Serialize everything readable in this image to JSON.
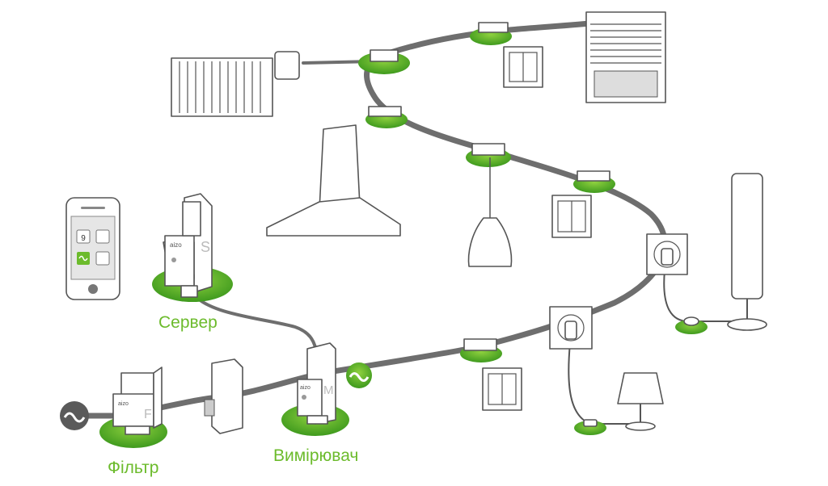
{
  "labels": {
    "server": "Сервер",
    "filter": "Фільтр",
    "meter": "Вимірювач"
  },
  "modules": {
    "brand": "aizo",
    "server_letter": "S",
    "meter_letter": "M",
    "filter_letter": "F"
  },
  "phone": {
    "calendar_day": "9"
  },
  "colors": {
    "accent_green": "#6cbb2c",
    "cable_gray": "#6e6e6e",
    "symbol_gray": "#5a5a5a"
  },
  "icons": [
    "ac-wave-icon",
    "smartphone-icon",
    "radiator-icon",
    "cooker-hood-icon",
    "pendant-lamp-icon",
    "roller-shutter-icon",
    "light-switch-icon",
    "power-socket-icon",
    "floor-lamp-icon",
    "table-lamp-icon",
    "circuit-breaker-icon"
  ]
}
